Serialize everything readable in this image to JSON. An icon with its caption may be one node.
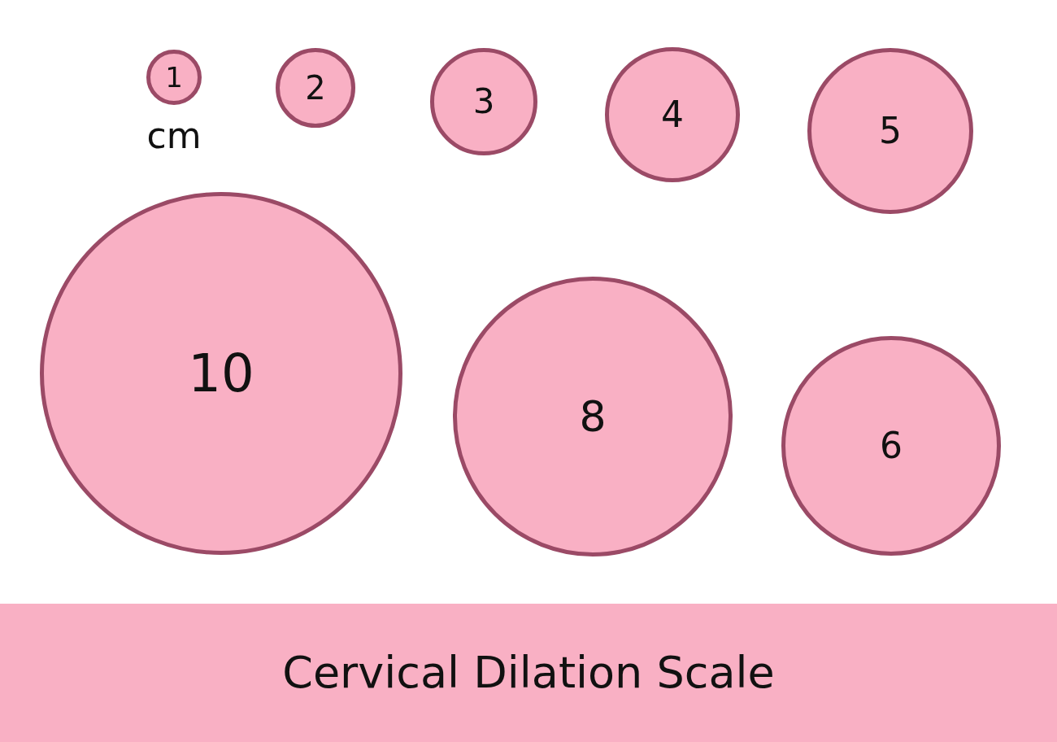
{
  "diagram": {
    "title": "Cervical Dilation Scale",
    "nodes": [
      {
        "text": [
          "1"
        ],
        "beside": [
          "cm"
        ]
      },
      {
        "text": [
          "2"
        ]
      },
      {
        "text": [
          "3"
        ]
      },
      {
        "text": [
          "4"
        ]
      },
      {
        "text": [
          "5"
        ]
      },
      {
        "text": [
          "10"
        ]
      },
      {
        "text": [
          "8"
        ]
      },
      {
        "text": [
          "6"
        ]
      }
    ]
  }
}
